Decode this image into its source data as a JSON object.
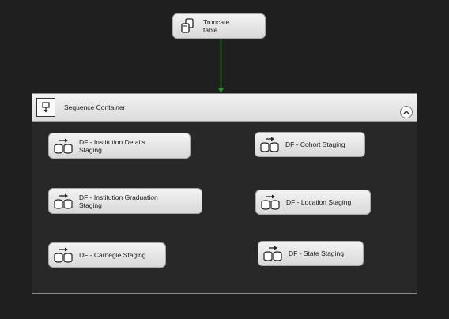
{
  "truncate_task": {
    "label_line1": "Truncate",
    "label_line2": "table",
    "icon": "sql-task-icon"
  },
  "sequence_container": {
    "title": "Sequence Container",
    "icon": "sequence-container-icon",
    "collapse_icon": "chevron-up-icon"
  },
  "data_flows": {
    "institution_details": {
      "line1": "DF - Institution Details",
      "line2": "Staging"
    },
    "cohort": {
      "line1": "DF - Cohort Staging"
    },
    "institution_graduation": {
      "line1": "DF - Institution Graduation",
      "line2": "Staging"
    },
    "location": {
      "line1": "DF - Location Staging"
    },
    "carnegie": {
      "line1": "DF - Carnegie Staging"
    },
    "state": {
      "line1": "DF - State Staging"
    }
  },
  "colors": {
    "canvas": "#1f1f1f",
    "connector": "#2e8b2e",
    "task_border": "#a9a9a9"
  }
}
